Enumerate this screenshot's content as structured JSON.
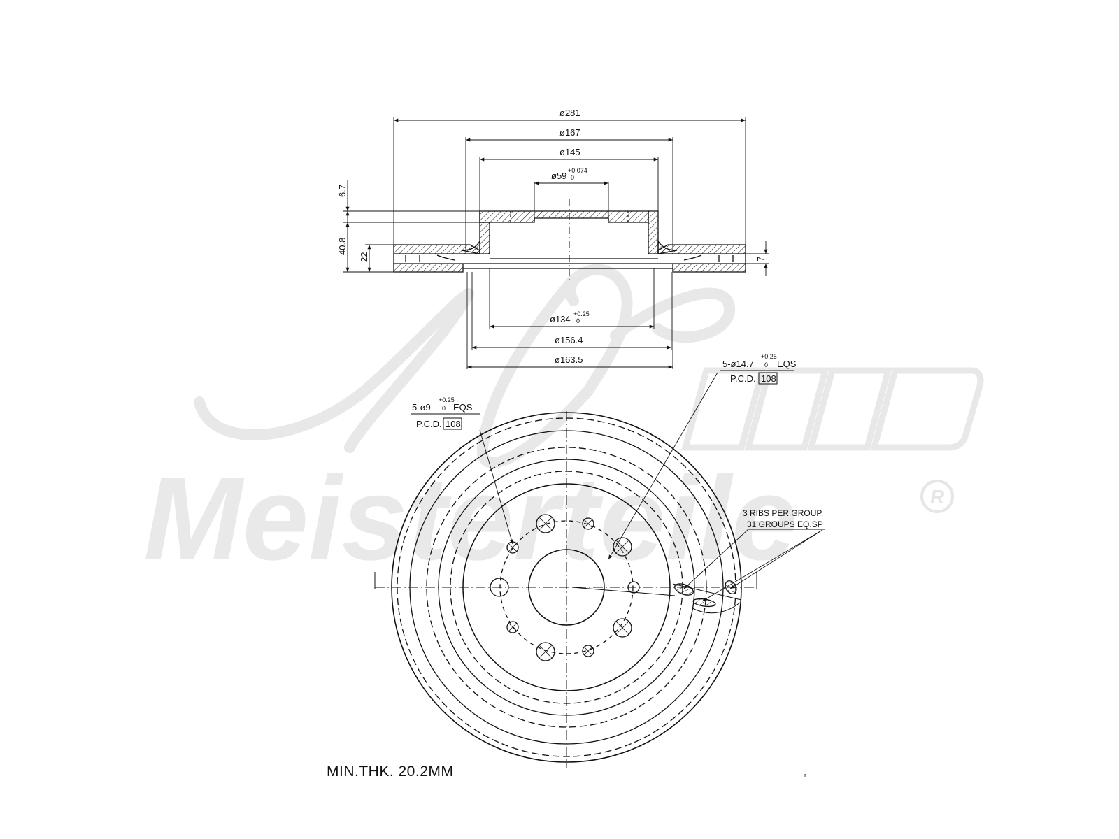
{
  "watermark": {
    "brand": "Meisterteile",
    "registered_mark": "R",
    "monogram": "A.M."
  },
  "side_view": {
    "dia_outer": "ø281",
    "dia_hat_outer": "ø167",
    "dia_hat_inner": "ø145",
    "dia_center_bore": "ø59",
    "dia_center_bore_tol_upper": "+0.074",
    "dia_center_bore_tol_lower": "0",
    "dia_hub_face": "ø134",
    "dia_hub_face_tol_upper": "+0.25",
    "dia_hub_face_tol_lower": "0",
    "dia_inner_lip": "ø156.4",
    "dia_hat_base": "ø163.5",
    "hat_thickness": "6.7",
    "total_height": "40.8",
    "disc_thickness": "22",
    "rib_height": "7"
  },
  "front_view": {
    "small_holes_spec": "5-ø9",
    "small_holes_tol_upper": "+0.25",
    "small_holes_tol_lower": "0",
    "small_holes_eqs": "EQS",
    "small_holes_pcd_label": "P.C.D.",
    "small_holes_pcd_value": "108",
    "large_holes_spec": "5-ø14.7",
    "large_holes_tol_upper": "+0.25",
    "large_holes_tol_lower": "0",
    "large_holes_eqs": "EQS",
    "large_holes_pcd_label": "P.C.D.",
    "large_holes_pcd_value": "108",
    "ribs_note_line1": "3 RIBS PER GROUP,",
    "ribs_note_line2": "31 GROUPS EQ.SP"
  },
  "footer": {
    "min_thickness": "MIN.THK. 20.2MM",
    "corner_mark": "r"
  },
  "colors": {
    "line": "#111111",
    "watermark": "#e6e6e6"
  }
}
